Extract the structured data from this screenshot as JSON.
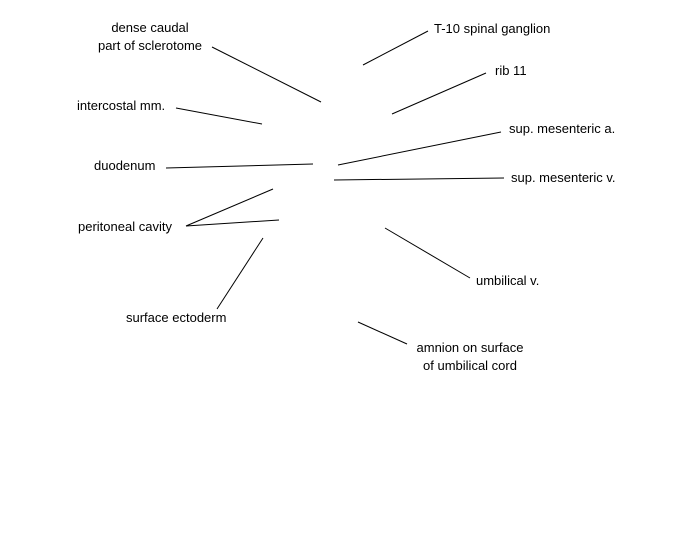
{
  "labels": {
    "dense_caudal_1": "dense caudal",
    "dense_caudal_2": "part of sclerotome",
    "intercostal": "intercostal mm.",
    "duodenum": "duodenum",
    "peritoneal_cavity": "peritoneal cavity",
    "surface_ectoderm": "surface ectoderm",
    "t10_ganglion": "T-10 spinal ganglion",
    "rib11": "rib 11",
    "sup_mesenteric_a": "sup. mesenteric a.",
    "sup_mesenteric_v": "sup. mesenteric v.",
    "umbilical_v": "umbilical v.",
    "amnion_1": "amnion on surface",
    "amnion_2": "of umbilical cord"
  },
  "colors": {
    "text": "#000000",
    "line": "#000000",
    "background": "#ffffff"
  }
}
